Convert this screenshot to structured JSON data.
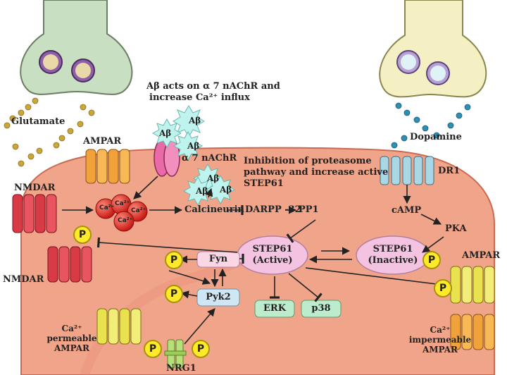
{
  "labels": {
    "glutamate": "Glutamate",
    "dopamine": "Dopamine",
    "ampar_top": "AMPAR",
    "nmdar_left": "NMDAR",
    "nmdar_bottom": "NMDAR",
    "ab_line1": "Aβ acts on α 7 nAChR and",
    "ab_line2": "increase Ca²⁺ influx",
    "a7nachr": "α 7 nAChR",
    "inhibition_line1": "Inhibition of proteasome",
    "inhibition_line2": "pathway and increase active",
    "inhibition_line3": "STEP61",
    "dr1": "DR1",
    "camp": "cAMP",
    "pka": "PKA",
    "calcineurin": "Calcineurin",
    "darpp": "DARPP -32",
    "pp1": "PP1",
    "ampar_right": "AMPAR",
    "ca_perm_1": "Ca²⁺",
    "ca_perm_2": "permeable",
    "ca_perm_3": "AMPAR",
    "ca_imperm_1": "Ca²⁺",
    "ca_imperm_2": "impermeable",
    "ca_imperm_3": "AMPAR",
    "nrg1": "NRG1",
    "ca_ion": "Ca²⁺"
  },
  "ab_peptides": [
    "Aβ",
    "Aβ",
    "Aβ",
    "Aβ",
    "Aβ",
    "Aβ"
  ],
  "nodes": {
    "step61_active_1": "STEP61",
    "step61_active_2": "(Active)",
    "step61_inactive_1": "STEP61",
    "step61_inactive_2": "(Inactive)",
    "fyn": "Fyn",
    "pyk2": "Pyk2",
    "erk": "ERK",
    "p38": "p38"
  },
  "phospho": "P",
  "colors": {
    "cell_body": "#f0a48a",
    "cell_edge": "#c96a52",
    "presynaptic_glu": "#c9dfc1",
    "presynaptic_da": "#f4f0c4",
    "glutamate_dot": "#c9a73a",
    "dopamine_dot": "#2e8fb3",
    "nmdar": "#d83a46",
    "ampar_orange": "#f2a23a",
    "ampar_yellow": "#e9e24e",
    "nachr": "#e86aa6",
    "amyloid": "#bff4ee",
    "dr1": "#a9d7e6",
    "ca_ion": "#e3231d",
    "phospho": "#ffea2a",
    "step61": "#f3c3e1",
    "fyn_box": "#fbd6e4",
    "pyk2_box": "#cfe6f5",
    "erk_box": "#bdeccd",
    "p38_box": "#bdeccd",
    "nrg1": "#b6e07a"
  }
}
